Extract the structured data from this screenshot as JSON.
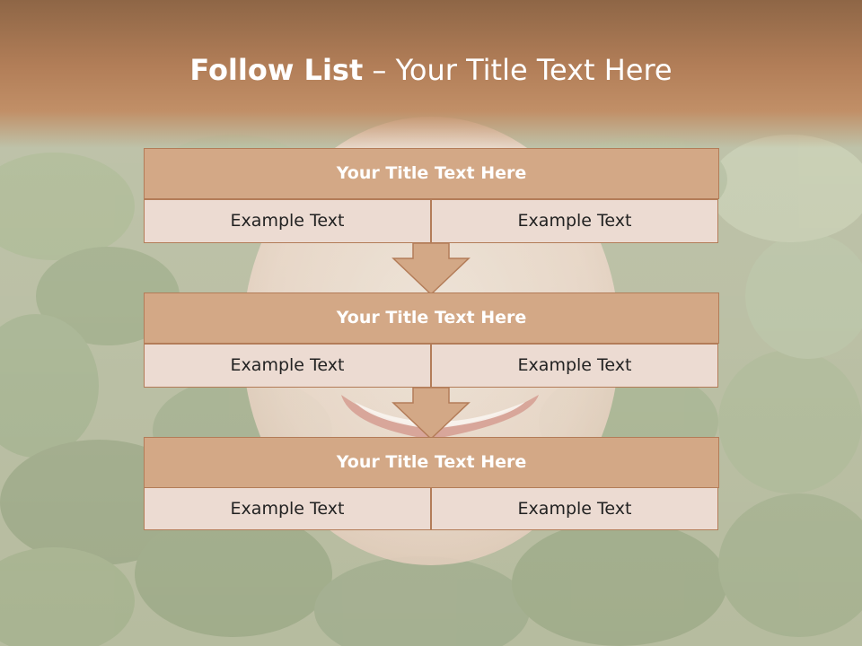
{
  "slide": {
    "title_bold": "Follow List",
    "title_rest": "– Your Title Text Here"
  },
  "steps": [
    {
      "title": "Your Title Text Here",
      "left_text": "Example Text",
      "right_text": "Example Text"
    },
    {
      "title": "Your Title Text Here",
      "left_text": "Example Text",
      "right_text": "Example Text"
    },
    {
      "title": "Your Title Text Here",
      "left_text": "Example Text",
      "right_text": "Example Text"
    }
  ],
  "colors": {
    "header_brown": "#b27e58",
    "box_title_fill": "#d3a886",
    "box_cell_fill": "#ecdbd2",
    "border": "#b37c58",
    "arrow_fill": "#d3a886"
  },
  "icons": {
    "down_arrow": "down-arrow-icon"
  }
}
